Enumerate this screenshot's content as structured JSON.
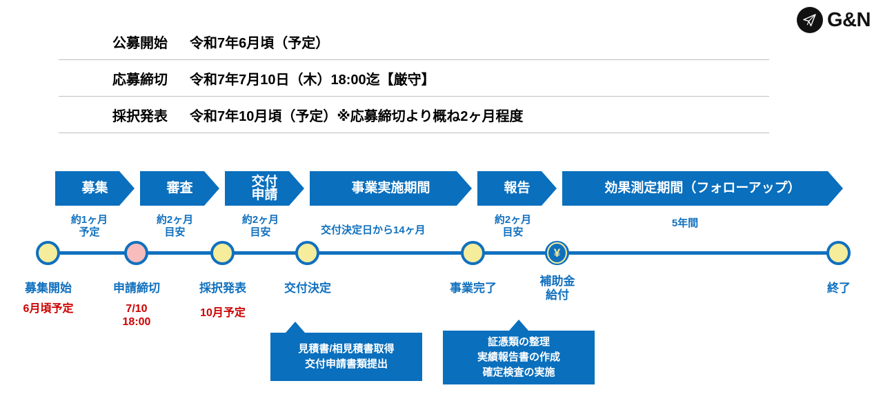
{
  "brand": {
    "name": "G&N",
    "mark_icon": "paper-plane-icon"
  },
  "schedule": {
    "rows": [
      {
        "label": "公募開始",
        "value": "令和7年6月頃（予定）"
      },
      {
        "label": "応募締切",
        "value": "令和7年7月10日（木）18:00迄【厳守】"
      },
      {
        "label": "採択発表",
        "value": "令和7年10月頃（予定）※応募締切より概ね2ヶ月程度"
      }
    ]
  },
  "process": {
    "phases": [
      {
        "title": "募集",
        "sub": "約1ヶ月\n予定"
      },
      {
        "title": "審査",
        "sub": "約2ヶ月\n目安"
      },
      {
        "title": "交付\n申請",
        "sub": "約2ヶ月\n目安"
      },
      {
        "title": "事業実施期間",
        "sub": "交付決定日から14ヶ月"
      },
      {
        "title": "報告",
        "sub": "約2ヶ月\n目安"
      },
      {
        "title": "効果測定期間（フォローアップ）",
        "sub": "5年間"
      }
    ]
  },
  "timeline": {
    "nodes": [
      {
        "label": "募集開始",
        "sub": "6月頃予定",
        "marker": "yellow-circle"
      },
      {
        "label": "申請締切",
        "sub": "7/10\n18:00",
        "marker": "pink-circle"
      },
      {
        "label": "採択発表",
        "sub": "10月予定",
        "marker": "yellow-circle"
      },
      {
        "label": "交付決定",
        "sub": "",
        "marker": "yellow-circle"
      },
      {
        "label": "事業完了",
        "sub": "",
        "marker": "yellow-circle"
      },
      {
        "label": "補助金\n給付",
        "sub": "",
        "marker": "yen-coin-icon",
        "glyph": "¥"
      },
      {
        "label": "終了",
        "sub": "",
        "marker": "yellow-circle"
      }
    ]
  },
  "callouts": [
    {
      "text": "見積書/相見積書取得\n交付申請書類提出"
    },
    {
      "text": "証憑類の整理\n実績報告書の作成\n確定検査の実施"
    }
  ],
  "colors": {
    "primary_blue": "#0A6FBD",
    "line_blue": "#1070BE",
    "accent_red": "#CC0000",
    "node_yellow": "#F5ED9B",
    "node_pink": "#F9BCBC",
    "rule_gray": "#BFBFBF"
  }
}
